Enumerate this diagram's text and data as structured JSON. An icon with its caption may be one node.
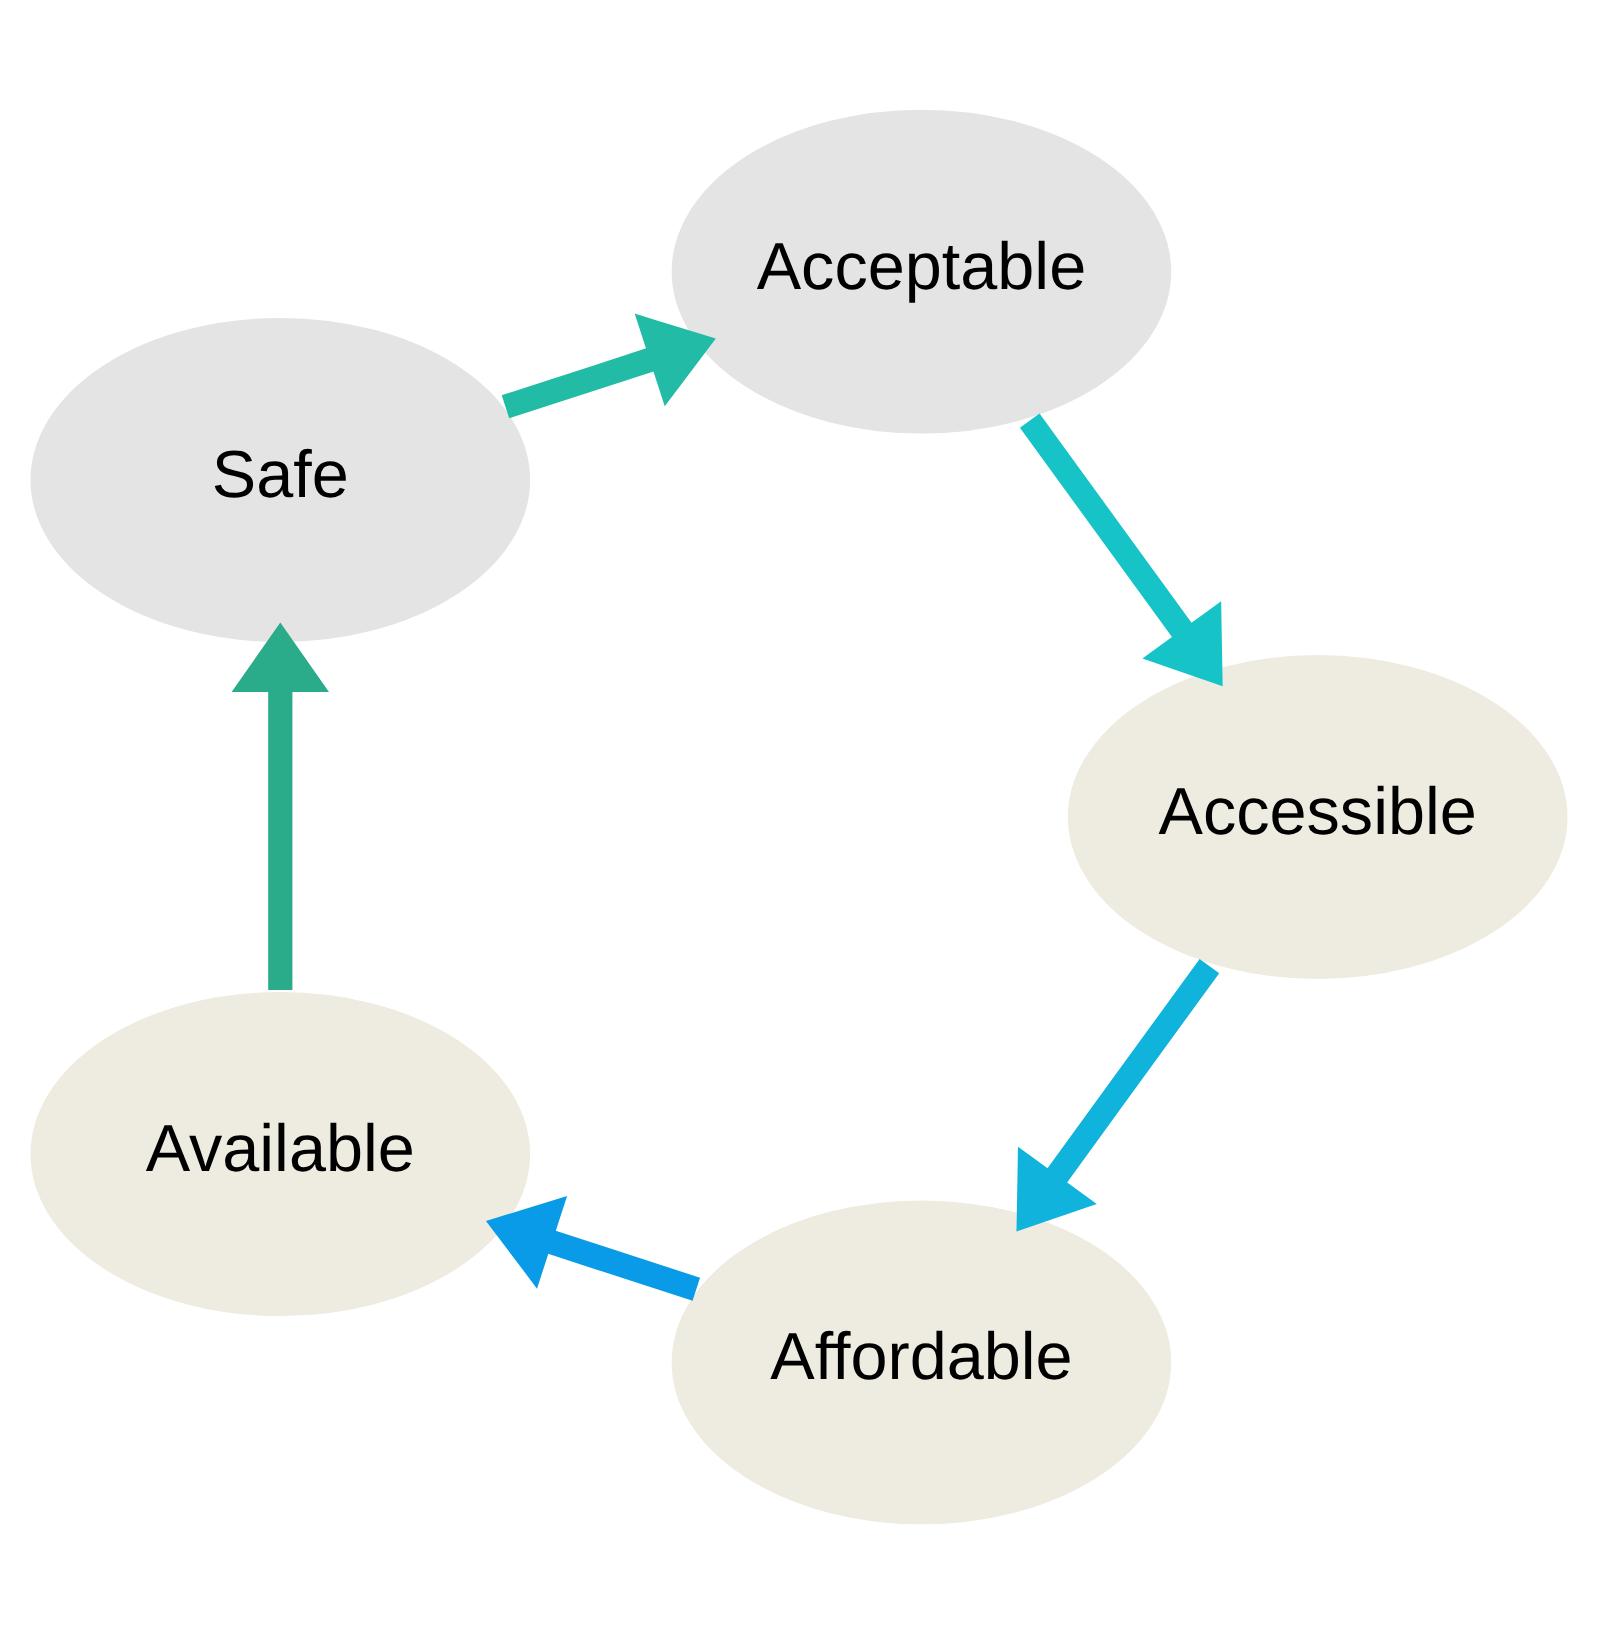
{
  "diagram": {
    "nodes": [
      {
        "text": [
          "Affordable"
        ]
      },
      {
        "text": [
          "Available"
        ]
      },
      {
        "text": [
          "Safe"
        ]
      },
      {
        "text": [
          "Acceptable"
        ]
      },
      {
        "text": [
          "Accessible"
        ]
      }
    ],
    "edges": [
      {
        "from": 0,
        "to": 1,
        "arrow": "to",
        "color": "#0a9be8"
      },
      {
        "from": 1,
        "to": 2,
        "arrow": "to",
        "color": "#2aab8a"
      },
      {
        "from": 2,
        "to": 3,
        "arrow": "to",
        "color": "#22bba6"
      },
      {
        "from": 3,
        "to": 4,
        "arrow": "to",
        "color": "#16c4c8"
      },
      {
        "from": 4,
        "to": 0,
        "arrow": "to",
        "color": "#0fb3dc"
      }
    ]
  }
}
